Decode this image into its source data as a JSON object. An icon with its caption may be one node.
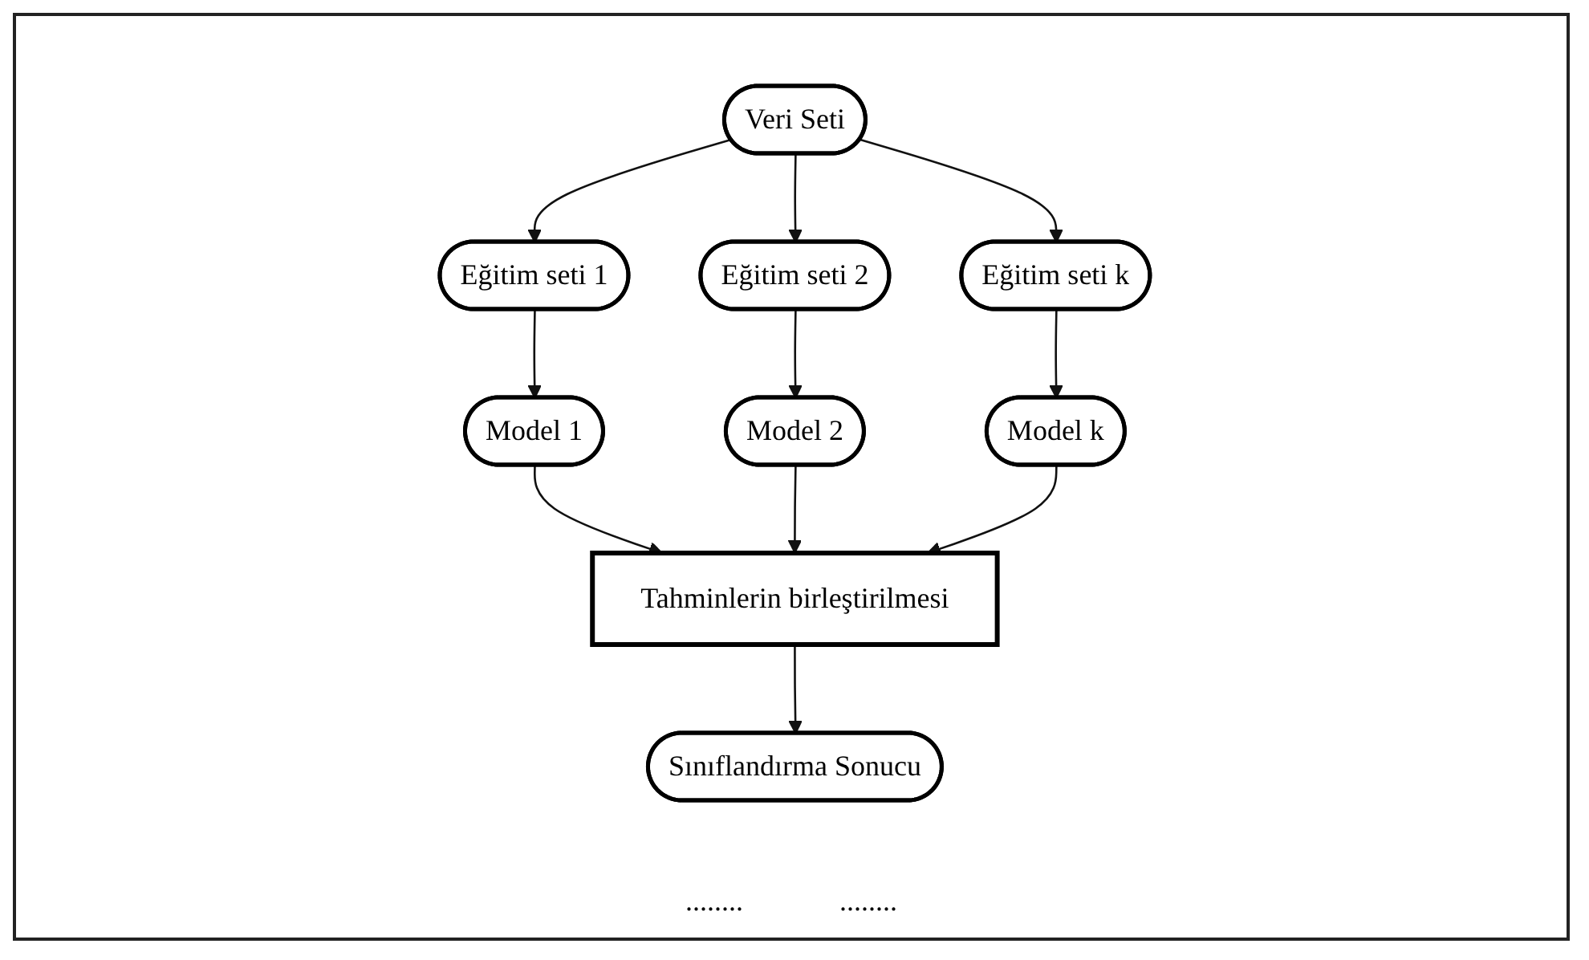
{
  "diagram": {
    "nodes": [
      {
        "text": [
          "Veri Seti"
        ]
      },
      {
        "text": [
          "Eğitim seti 1"
        ]
      },
      {
        "text": [
          "Eğitim seti 2"
        ]
      },
      {
        "text": [
          "Eğitim seti k"
        ]
      },
      {
        "text": [
          "Model 1"
        ]
      },
      {
        "text": [
          "Model 2"
        ]
      },
      {
        "text": [
          "Model k"
        ]
      },
      {
        "text": [
          "Tahminlerin birleştirilmesi"
        ]
      },
      {
        "text": [
          "Sınıflandırma Sonucu"
        ]
      }
    ],
    "edges": [
      {
        "from": 0,
        "to": 1,
        "arrow": "to"
      },
      {
        "from": 0,
        "to": 2,
        "arrow": "to"
      },
      {
        "from": 0,
        "to": 3,
        "arrow": "to"
      },
      {
        "from": 1,
        "to": 4,
        "arrow": "to"
      },
      {
        "from": 2,
        "to": 5,
        "arrow": "to"
      },
      {
        "from": 3,
        "to": 6,
        "arrow": "to"
      },
      {
        "from": 4,
        "to": 7,
        "arrow": "to"
      },
      {
        "from": 5,
        "to": 7,
        "arrow": "to"
      },
      {
        "from": 6,
        "to": 7,
        "arrow": "to"
      },
      {
        "from": 7,
        "to": 8,
        "arrow": "to"
      }
    ],
    "labels": [
      "........",
      "........"
    ]
  }
}
